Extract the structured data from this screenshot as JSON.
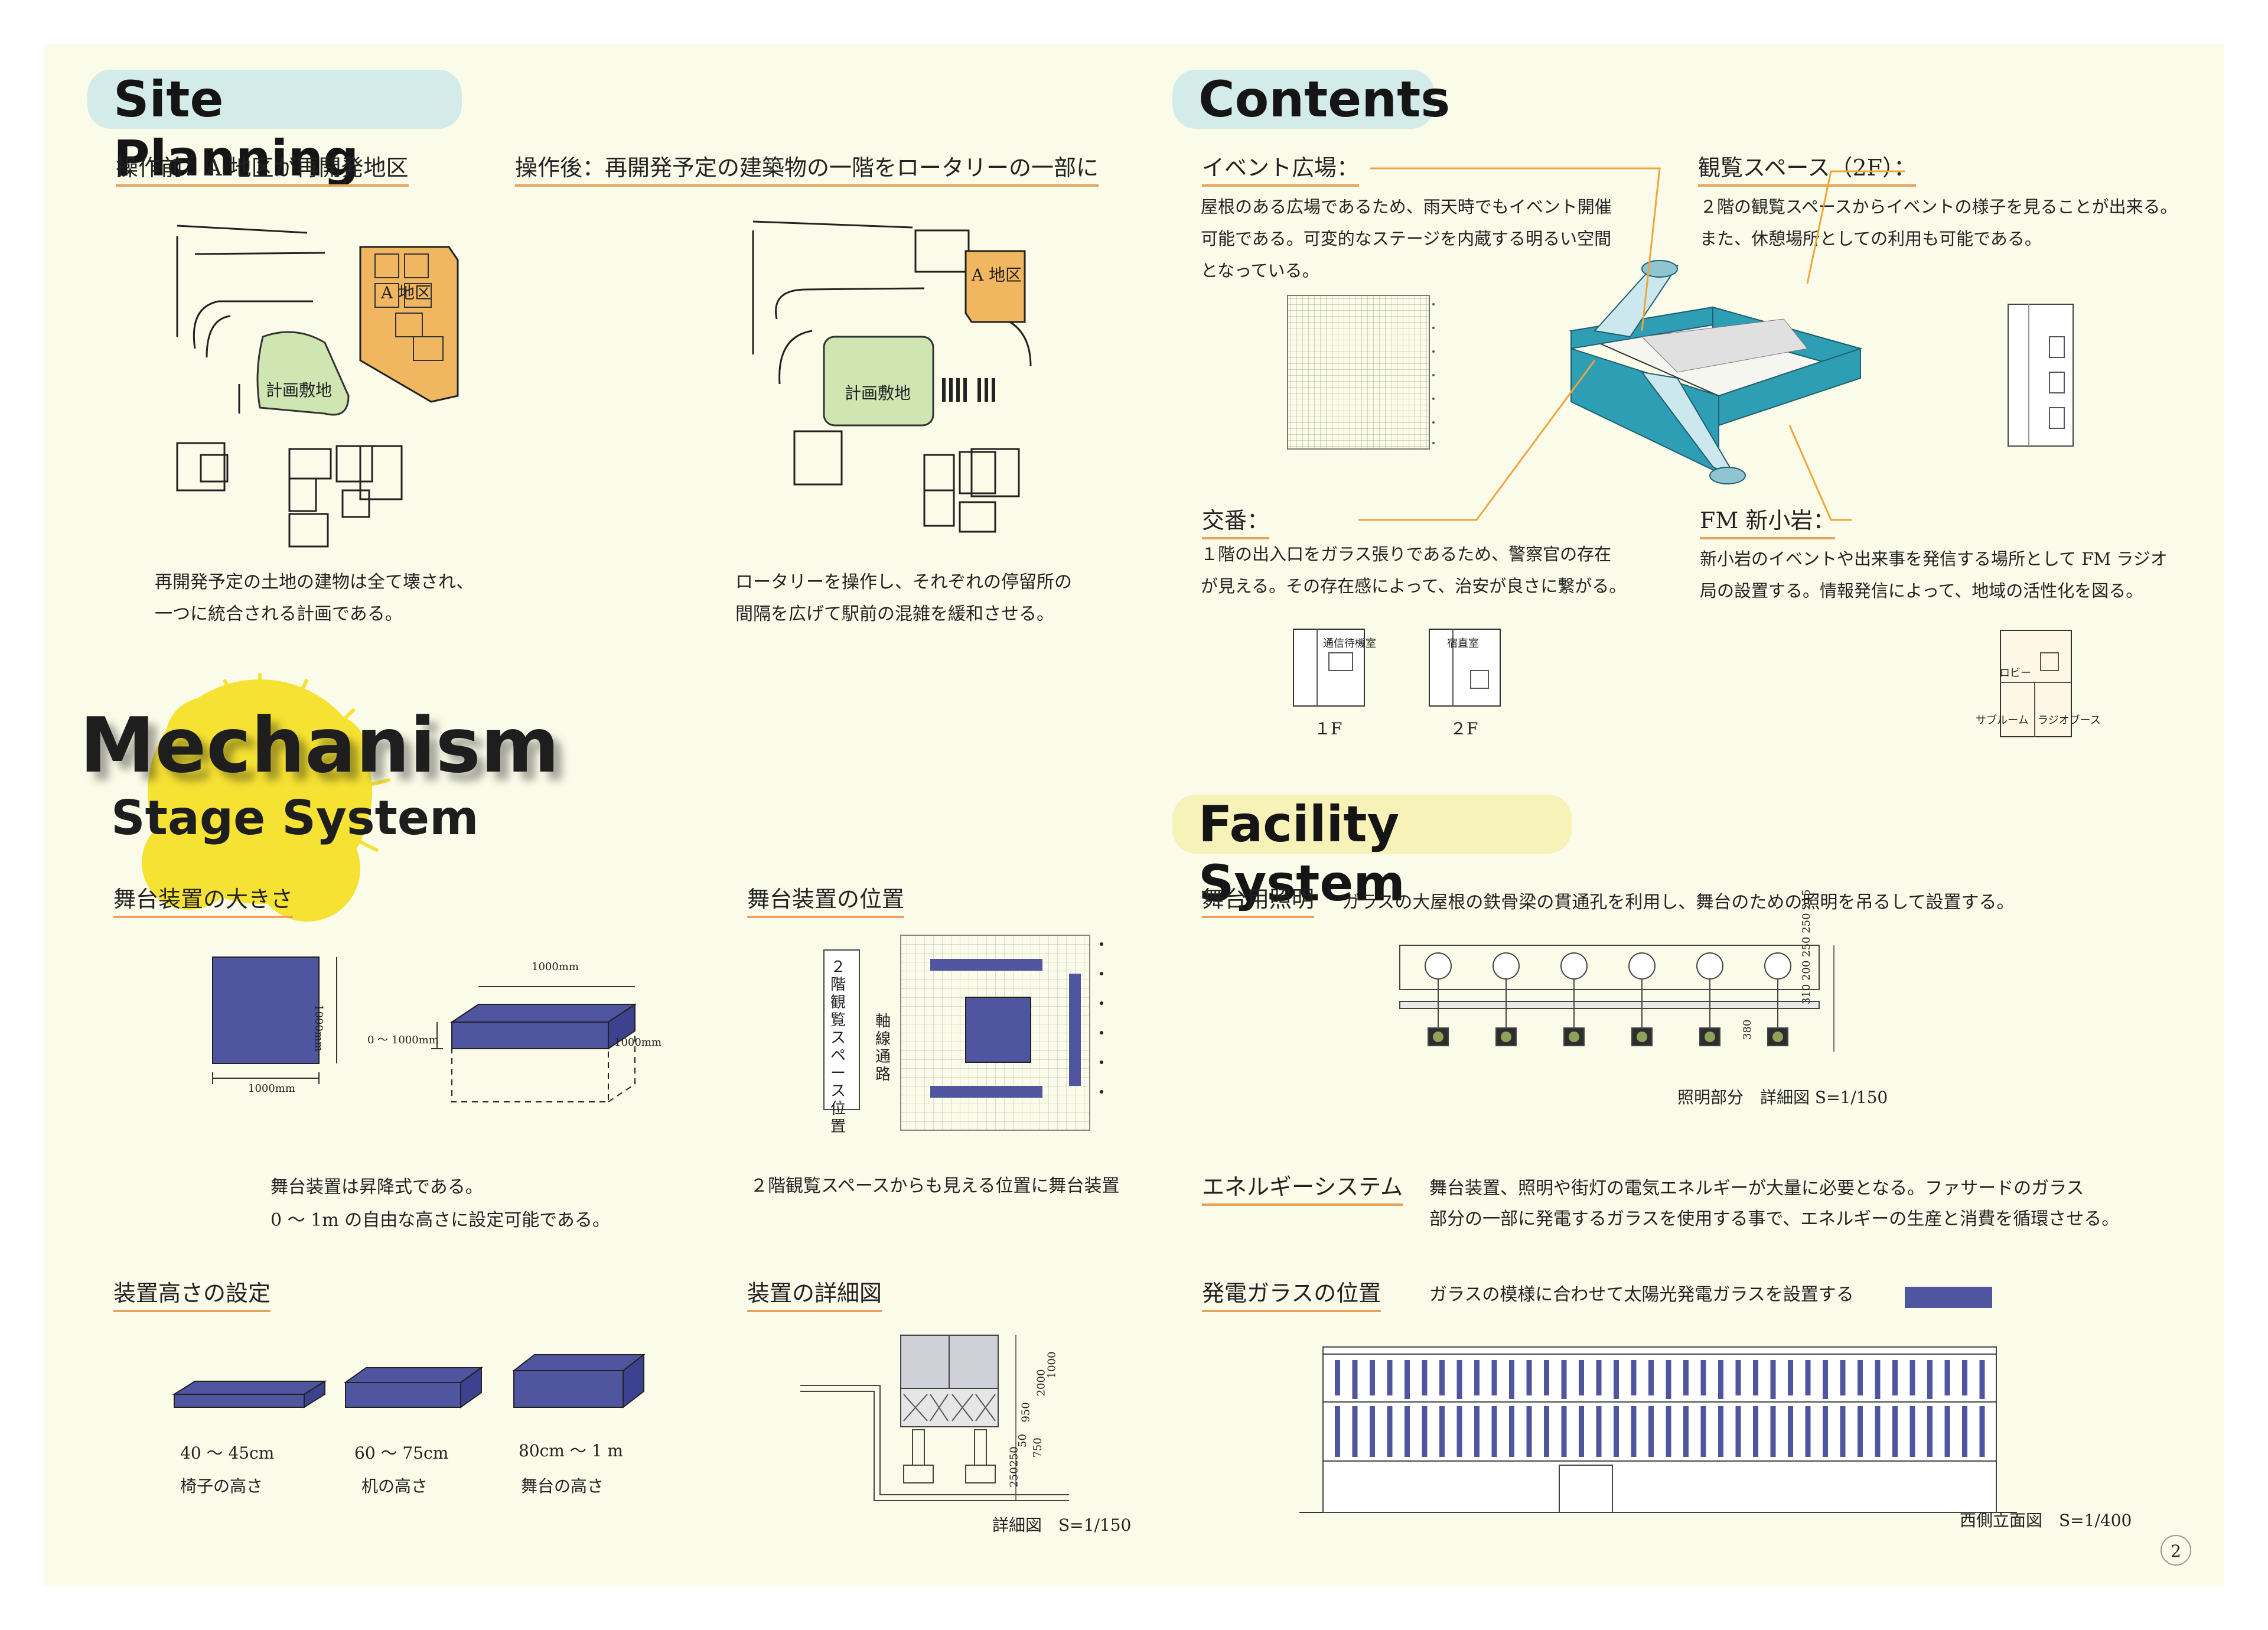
{
  "page_number": "2",
  "colors": {
    "accent_underline": "#e8a25a",
    "stage_blue": "#5055a0",
    "glass_blue": "#2e9eb5",
    "area_orange": "#f0b760",
    "area_green": "#cfe6b2"
  },
  "site_planning": {
    "title": "Site Planning",
    "before": {
      "heading": "操作前：A 地区が再開発地区",
      "area_a_label": "A 地区",
      "site_label": "計画敷地",
      "desc_line1": "再開発予定の土地の建物は全て壊され、",
      "desc_line2": "一つに統合される計画である。"
    },
    "after": {
      "heading": "操作後：再開発予定の建築物の一階をロータリーの一部に",
      "area_a_label": "A 地区",
      "site_label": "計画敷地",
      "desc_line1": "ロータリーを操作し、それぞれの停留所の",
      "desc_line2": "間隔を広げて駅前の混雑を緩和させる。"
    }
  },
  "contents": {
    "title": "Contents",
    "event_plaza": {
      "heading": "イベント広場：",
      "line1": "屋根のある広場であるため、雨天時でもイベント開催",
      "line2": "可能である。可変的なステージを内蔵する明るい空間",
      "line3": "となっている。"
    },
    "viewing_space": {
      "heading": "観覧スペース（2F）：",
      "line1": "２階の観覧スペースからイベントの様子を見ることが出来る。",
      "line2": "また、休憩場所としての利用も可能である。"
    },
    "koban": {
      "heading": "交番：",
      "line1": "１階の出入口をガラス張りであるため、警察官の存在",
      "line2": "が見える。その存在感によって、治安が良さに繋がる。",
      "room1": "通信待機室",
      "room2": "宿直室",
      "floor1": "１F",
      "floor2": "２F"
    },
    "fm": {
      "heading": "FM 新小岩：",
      "line1": "新小岩のイベントや出来事を発信する場所として FM ラジオ",
      "line2": "局の設置する。情報発信によって、地域の活性化を図る。",
      "room_lobby": "ロビー",
      "room_sub": "サブルーム",
      "room_booth": "ラジオブース"
    }
  },
  "mechanism": {
    "title": "Mechanism",
    "subtitle": "Stage System",
    "size": {
      "heading": "舞台装置の大きさ",
      "dim_width": "1000mm",
      "dim_height": "1000mm",
      "dim_top": "1000mm",
      "dim_depth": "1000mm",
      "dim_lift": "0 ～ 1000mm",
      "desc_line1": "舞台装置は昇降式である。",
      "desc_line2": "0 ～ 1m の自由な高さに設定可能である。"
    },
    "position": {
      "heading": "舞台装置の位置",
      "label_viewing": "２階観覧スペース位置",
      "label_axis": "軸線通路",
      "desc": "２階観覧スペースからも見える位置に舞台装置"
    },
    "height": {
      "heading": "装置高さの設定",
      "items": [
        {
          "range": "40 ～ 45cm",
          "label": "椅子の高さ"
        },
        {
          "range": "60 ～ 75cm",
          "label": "机の高さ"
        },
        {
          "range": "80cm ～ 1 m",
          "label": "舞台の高さ"
        }
      ]
    },
    "detail": {
      "heading": "装置の詳細図",
      "caption": "詳細図　S=1/150",
      "dims": [
        "1000",
        "2000",
        "950",
        "50",
        "250",
        "750",
        "250"
      ]
    }
  },
  "facility": {
    "title": "Facility System",
    "lighting": {
      "heading": "舞台用照明",
      "desc": "ガラスの大屋根の鉄骨梁の貫通孔を利用し、舞台のための照明を吊るして設置する。",
      "caption": "照明部分　詳細図 S=1/150",
      "dims": "310 200 250 250 215",
      "dim_side": "380"
    },
    "energy": {
      "heading": "エネルギーシステム",
      "line1": "舞台装置、照明や街灯の電気エネルギーが大量に必要となる。ファサードのガラス",
      "line2": "部分の一部に発電するガラスを使用する事で、エネルギーの生産と消費を循環させる。"
    },
    "solar": {
      "heading": "発電ガラスの位置",
      "desc": "ガラスの模様に合わせて太陽光発電ガラスを設置する",
      "caption": "西側立面図　S=1/400"
    }
  }
}
